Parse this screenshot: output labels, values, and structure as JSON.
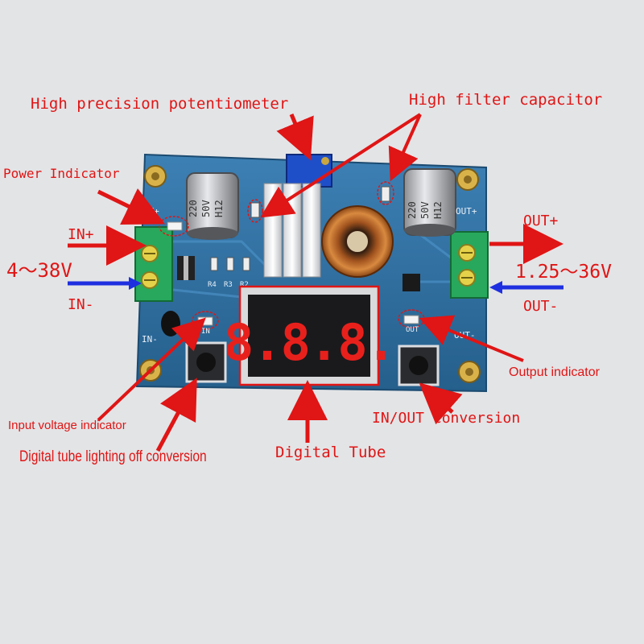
{
  "labels": {
    "high_precision_potentiometer": "High precision potentiometer",
    "high_filter_capacitor": "High filter capacitor",
    "power_indicator": "Power Indicator",
    "in_plus": "IN+",
    "in_minus": "IN-",
    "input_range": "4～38V",
    "out_plus": "OUT+",
    "out_minus": "OUT-",
    "output_range": "1.25～36V",
    "output_indicator": "Output indicator",
    "in_out_conversion": "IN/OUT conversion",
    "digital_tube": "Digital Tube",
    "input_voltage_indicator": "Input voltage indicator",
    "digital_tube_lighting_off_conversion": "Digital tube lighting off conversion"
  },
  "board": {
    "silkscreen_in_plus": "IN+",
    "silkscreen_in_minus": "IN-",
    "silkscreen_out_plus": "OUT+",
    "silkscreen_out_minus": "OUT-",
    "silkscreen_in_led": "IN",
    "silkscreen_out_led": "OUT",
    "capacitor_marking": [
      "220",
      "50V",
      "H12"
    ],
    "resistor_marks": [
      "R4",
      "R3",
      "R2"
    ],
    "display_digits": "8.8.8."
  },
  "colors": {
    "annotation": "#e01515",
    "annotation_blue": "#1e2fe0",
    "pcb": "#2f6e9e",
    "display_segment": "#e8201c",
    "background": "#e3e4e6"
  }
}
